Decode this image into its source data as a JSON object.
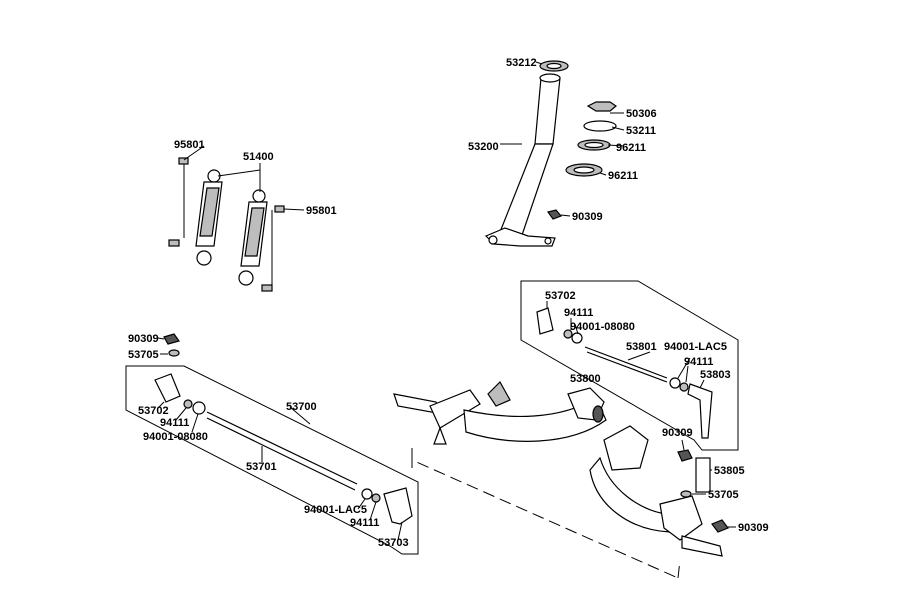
{
  "labels": {
    "p53212": "53212",
    "p50306": "50306",
    "p53211": "53211",
    "p53200": "53200",
    "p96211a": "96211",
    "p96211b": "96211",
    "p90309_top": "90309",
    "p95801_left": "95801",
    "p51400": "51400",
    "p95801_right": "95801",
    "p53702_r": "53702",
    "p94111_r1": "94111",
    "p94001_08080_r": "94001-08080",
    "p53801": "53801",
    "p94001_lac5_r": "94001-LAC5",
    "p53800": "53800",
    "p94111_r2": "94111",
    "p53803_r": "53803",
    "p90309_l": "90309",
    "p53705_l": "53705",
    "p53700": "53700",
    "p53702_l": "53702",
    "p94111_l1": "94111",
    "p94001_08080_l": "94001-08080",
    "p53701": "53701",
    "p94001_lac5_l": "94001-LAC5",
    "p94111_l2": "94111",
    "p53703_l": "53703",
    "p90309_mid": "90309",
    "p53805": "53805",
    "p53705_r": "53705",
    "p90309_bot": "90309"
  }
}
